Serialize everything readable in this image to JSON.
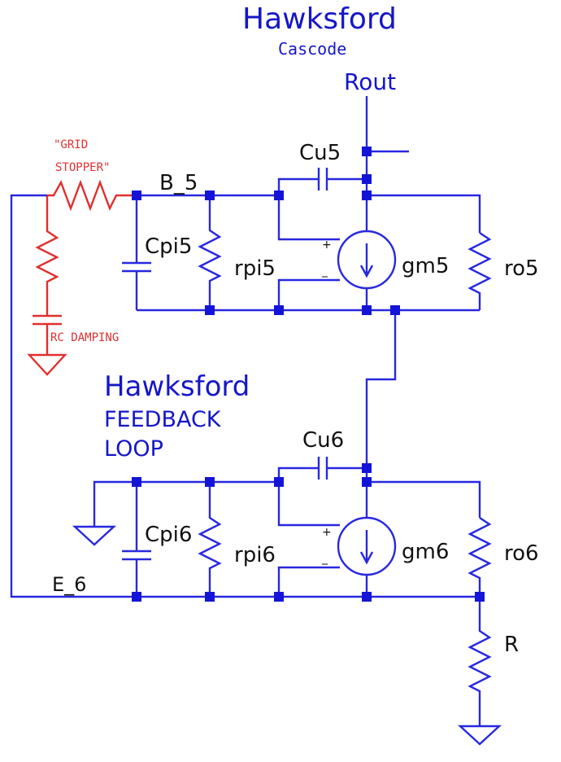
{
  "titles": {
    "top_title": "Hawksford",
    "top_subtitle": "Cascode",
    "bottom_title": "Hawksford",
    "bottom_line1": "FEEDBACK",
    "bottom_line2": "LOOP"
  },
  "nodes": {
    "rout": "Rout",
    "b5": "B_5",
    "e6": "E_6"
  },
  "components": {
    "cu5": "Cu5",
    "cpi5": "Cpi5",
    "rpi5": "rpi5",
    "gm5": "gm5",
    "ro5": "ro5",
    "cu6": "Cu6",
    "cpi6": "Cpi6",
    "rpi6": "rpi6",
    "gm6": "gm6",
    "ro6": "ro6",
    "r": "R"
  },
  "annotations": {
    "grid_line1": "\"GRID",
    "grid_line2": "STOPPER\"",
    "rc_damping": "RC DAMPING",
    "plus": "+",
    "minus": "_"
  },
  "colors": {
    "wire": "#2828e0",
    "node": "#1414d8",
    "annotation": "#e03030",
    "title": "#1616c8"
  }
}
